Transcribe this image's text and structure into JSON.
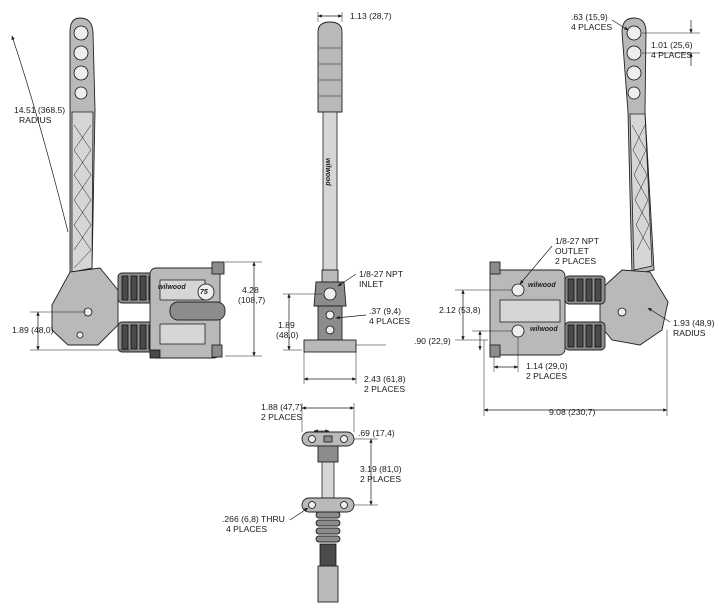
{
  "colors": {
    "line": "#1a1a1a",
    "metal": "#b9b9b9",
    "metal_dark": "#8c8c8c",
    "background": "#ffffff"
  },
  "side_view": {
    "radius_value": "14.51 (368.5)",
    "radius_word": "RADIUS",
    "height_value": "1.89 (48,0)",
    "overall_height_value": "4.28",
    "overall_height_metric": "(108,7)",
    "brand": "wilwood",
    "label": "75"
  },
  "front_view": {
    "grip_width": "1.13 (28,7)",
    "inlet_line1": "1/8-27 NPT",
    "inlet_line2": "INLET",
    "hole_dia": ".37 (9,4)",
    "hole_places": "4 PLACES",
    "height_value": "1.89",
    "height_metric": "(48,0)",
    "base_width": "2.43 (61,8)",
    "base_places": "2 PLACES",
    "brand": "wilwood"
  },
  "right_view": {
    "hole_dia": ".63 (15,9)",
    "hole_dia_places": "4 PLACES",
    "pitch": "1.01 (25,6)",
    "pitch_places": "4 PLACES",
    "outlet_line1": "1/8-27 NPT",
    "outlet_line2": "OUTLET",
    "outlet_places": "2 PLACES",
    "offset_value": "2.12 (53,8)",
    "low_value": ".90 (22,9)",
    "spacing_value": "1.14 (29,0)",
    "spacing_places": "2 PLACES",
    "radius_value": "1.93 (48,9)",
    "radius_word": "RADIUS",
    "overall_length": "9.08 (230,7)",
    "brand": "wilwood"
  },
  "bottom_view": {
    "mount_width": "1.88 (47,7)",
    "mount_places": "2 PLACES",
    "slot_width": ".69 (17,4)",
    "mount_spacing": "3.19 (81,0)",
    "mount_spacing_places": "2 PLACES",
    "thru_value": ".266 (6,8) THRU",
    "thru_places": "4 PLACES"
  }
}
